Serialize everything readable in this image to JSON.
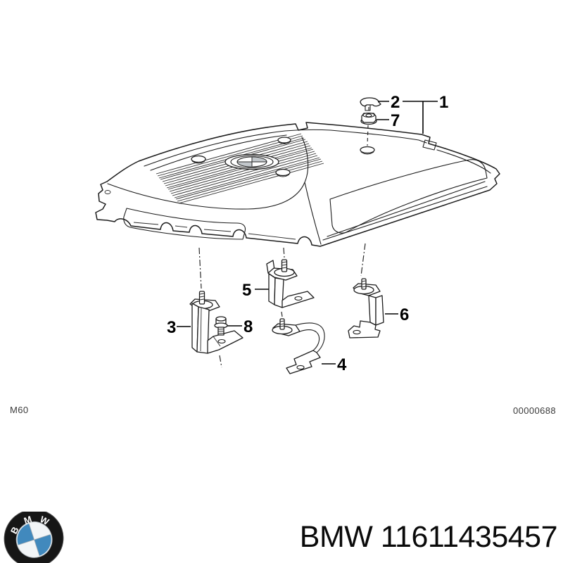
{
  "diagram": {
    "model_code": "M60",
    "drawing_number": "00000688",
    "callouts": {
      "c1": "1",
      "c2": "2",
      "c3": "3",
      "c4": "4",
      "c5": "5",
      "c6": "6",
      "c7": "7",
      "c8": "8"
    }
  },
  "footer": {
    "part_label": "BMW 11611435457",
    "logo": {
      "letters": {
        "b": "B",
        "m": "M",
        "w": "W"
      },
      "colors": {
        "blue": "#4189bd",
        "white_quadrant": "#f2f5f7",
        "ring": "#161616"
      }
    }
  }
}
